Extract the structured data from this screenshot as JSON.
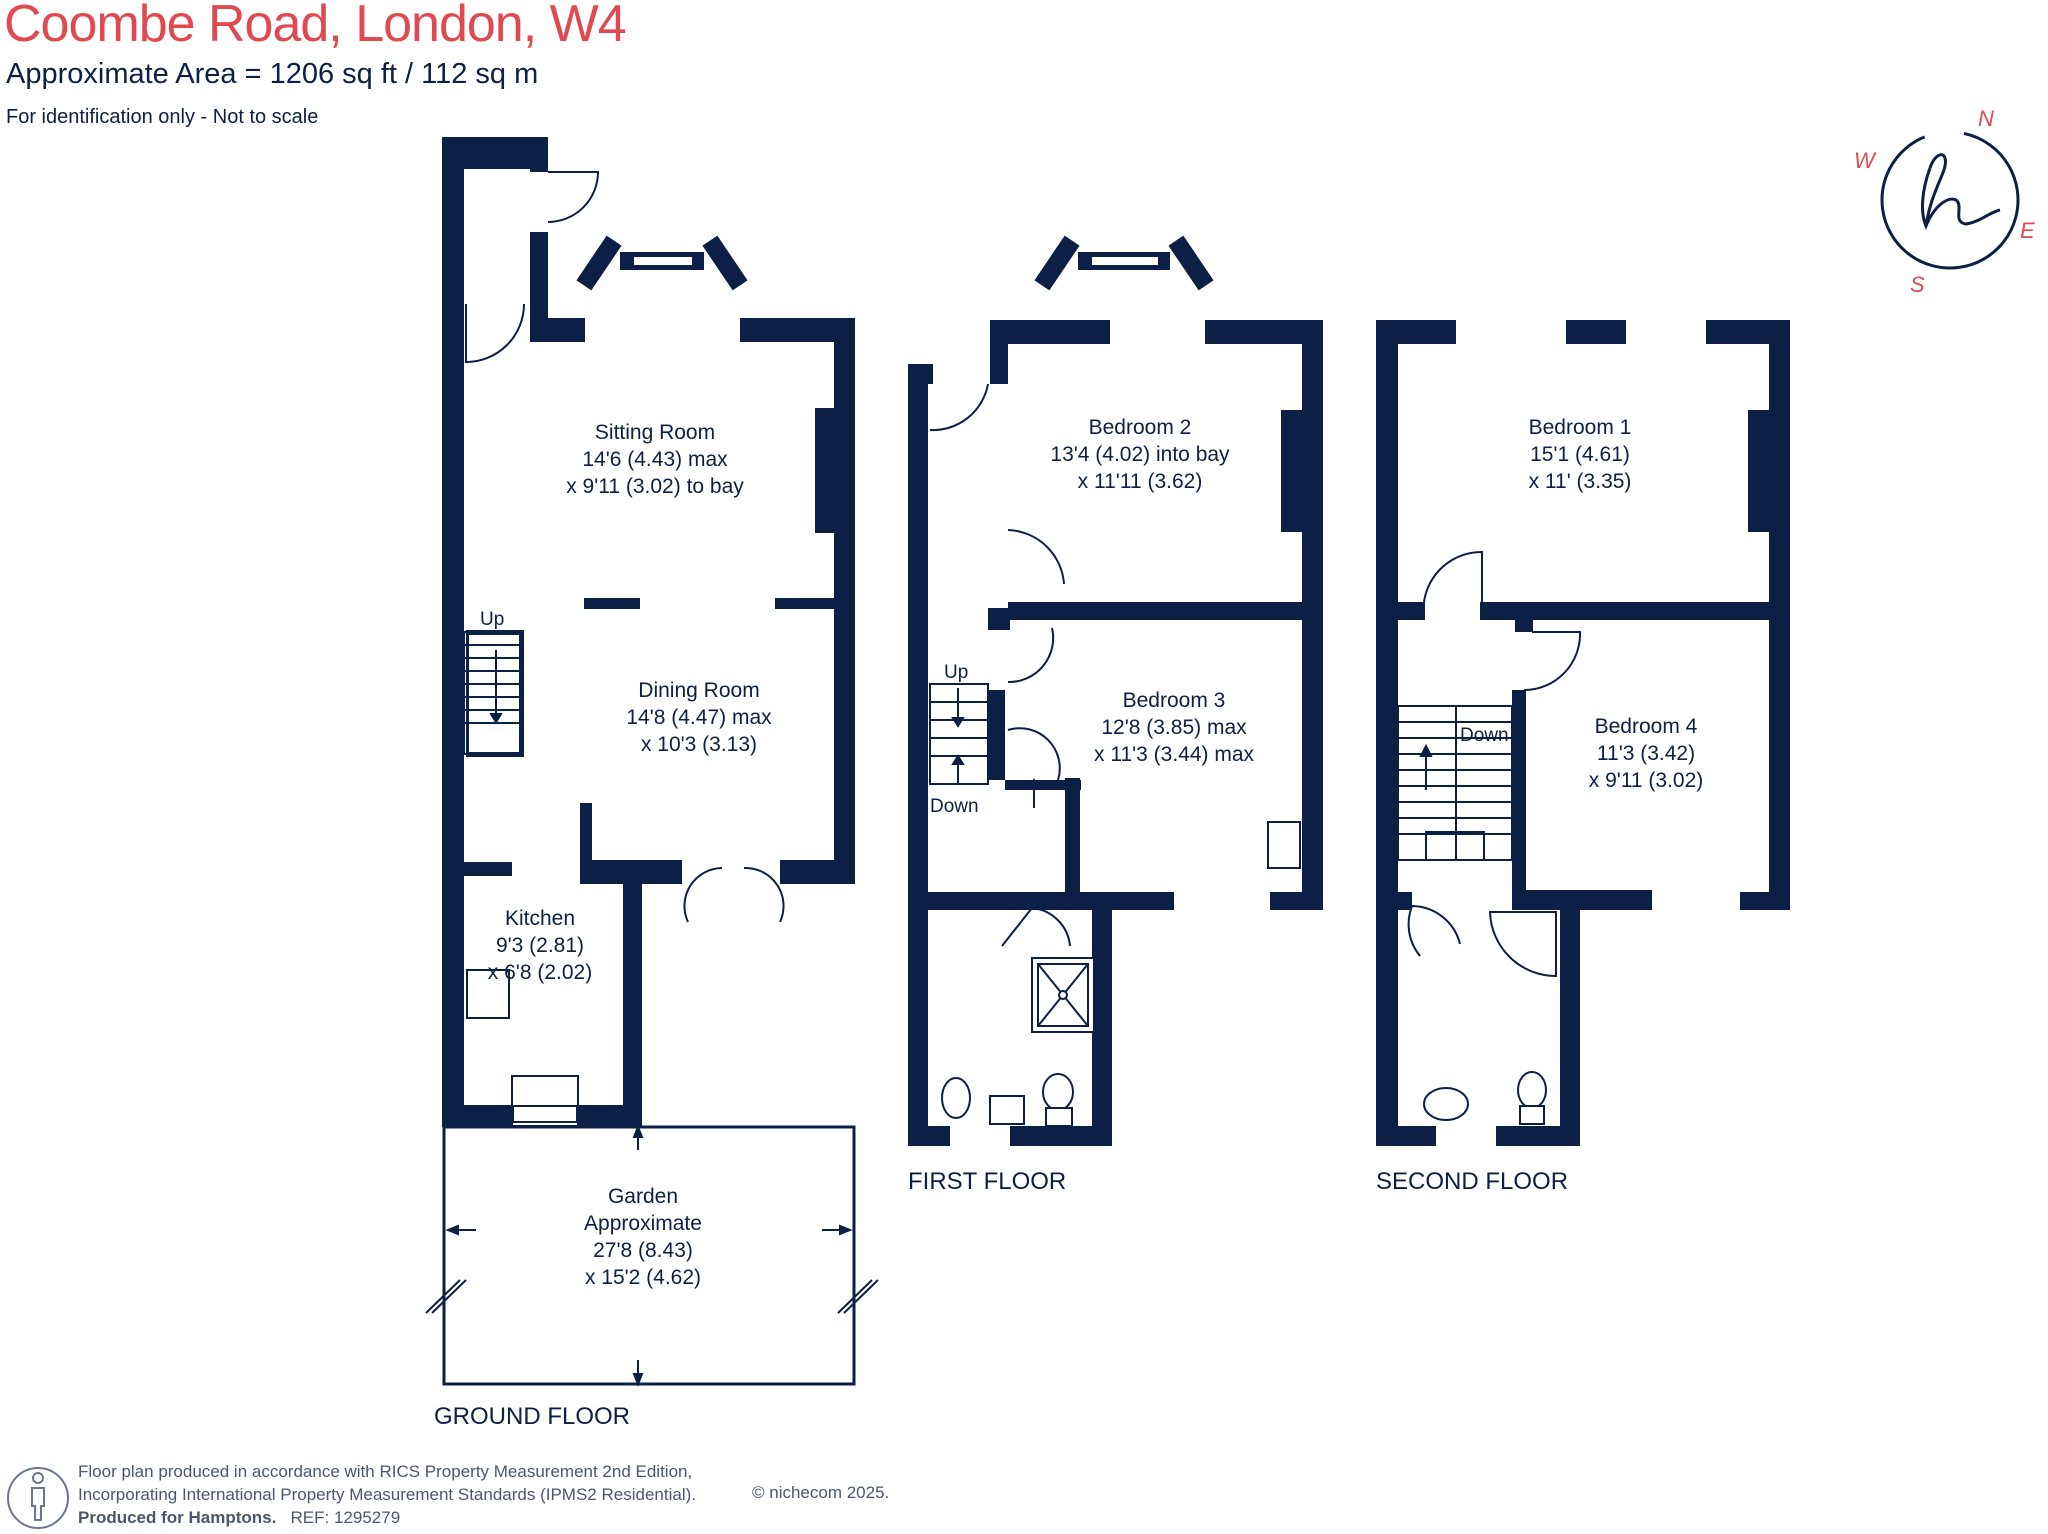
{
  "header": {
    "title": "Coombe Road, London, W4",
    "area": "Approximate Area = 1206 sq ft / 112 sq m",
    "note": "For identification only - Not to scale"
  },
  "floors": {
    "ground": "GROUND FLOOR",
    "first": "FIRST FLOOR",
    "second": "SECOND FLOOR"
  },
  "rooms": {
    "sitting": {
      "name": "Sitting Room",
      "dim1": "14'6 (4.43) max",
      "dim2": "x 9'11 (3.02) to bay"
    },
    "dining": {
      "name": "Dining Room",
      "dim1": "14'8 (4.47) max",
      "dim2": "x 10'3 (3.13)"
    },
    "kitchen": {
      "name": "Kitchen",
      "dim1": "9'3 (2.81)",
      "dim2": "x 6'8 (2.02)"
    },
    "garden": {
      "name": "Garden",
      "dim1": "Approximate",
      "dim2": "27'8 (8.43)",
      "dim3": "x 15'2 (4.62)"
    },
    "bedroom2": {
      "name": "Bedroom 2",
      "dim1": "13'4 (4.02) into bay",
      "dim2": "x 11'11 (3.62)"
    },
    "bedroom3": {
      "name": "Bedroom 3",
      "dim1": "12'8 (3.85) max",
      "dim2": "x 11'3 (3.44) max"
    },
    "bedroom1": {
      "name": "Bedroom 1",
      "dim1": "15'1 (4.61)",
      "dim2": "x 11' (3.35)"
    },
    "bedroom4": {
      "name": "Bedroom 4",
      "dim1": "11'3 (3.42)",
      "dim2": "x 9'11 (3.02)"
    }
  },
  "stairs": {
    "ground_up": "Up",
    "first_up": "Up",
    "first_down": "Down",
    "second_down": "Down"
  },
  "compass": {
    "n": "N",
    "e": "E",
    "s": "S",
    "w": "W"
  },
  "footer": {
    "line1": "Floor plan produced in accordance with RICS Property Measurement 2nd Edition,",
    "line2": "Incorporating International Property Measurement Standards (IPMS2 Residential).",
    "line3_prefix": "Produced for Hamptons.",
    "ref": "REF: 1295279",
    "copyright": "© nichecom 2025."
  },
  "colors": {
    "wall": "#0c1f44",
    "accent": "#e0494f",
    "background": "#ffffff"
  }
}
